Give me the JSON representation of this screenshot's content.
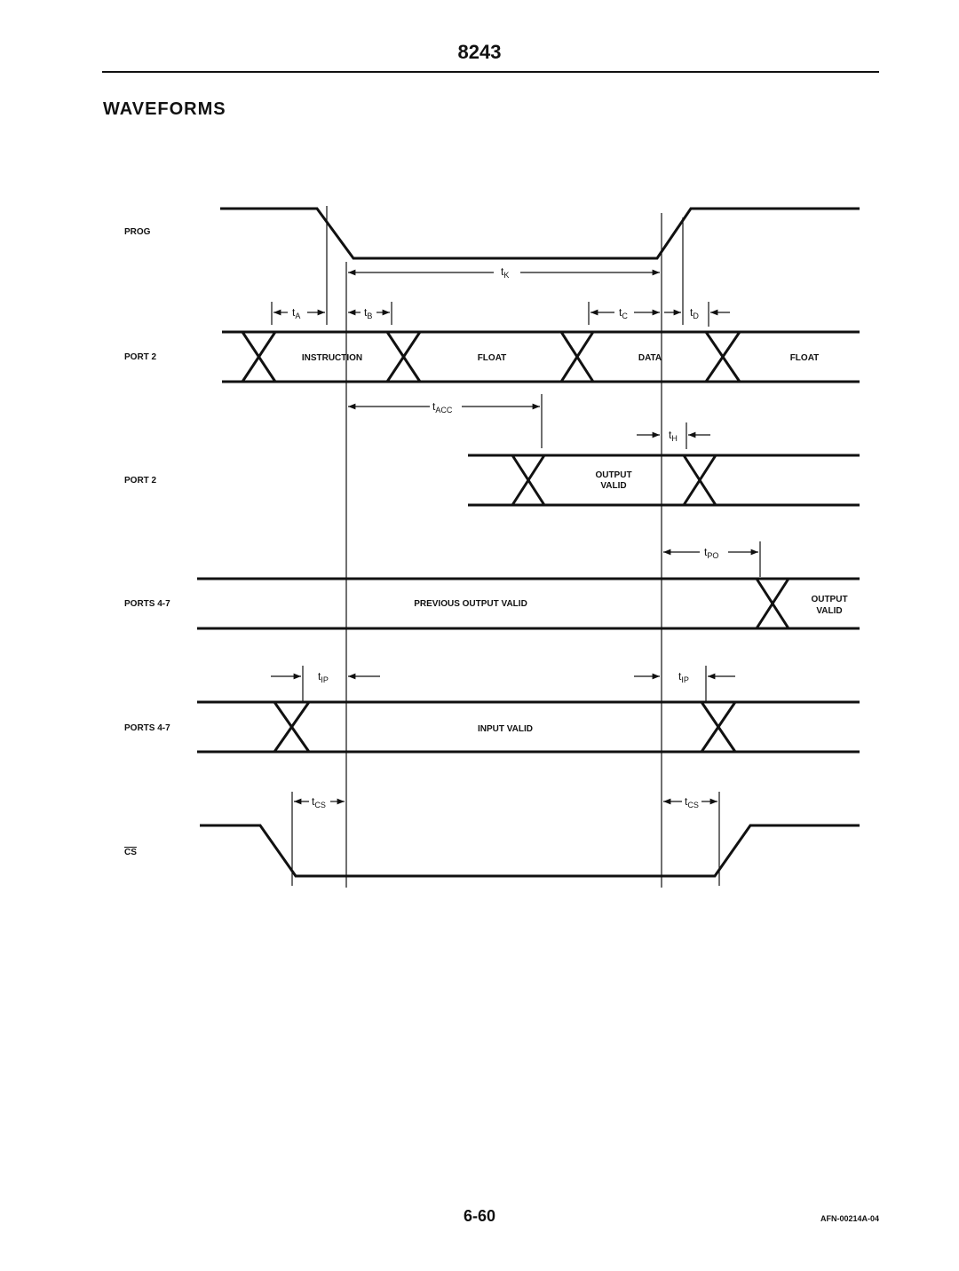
{
  "header": {
    "page_number": "8243"
  },
  "section_title": "WAVEFORMS",
  "signals": {
    "prog": "PROG",
    "port2_a": "PORT 2",
    "port2_b": "PORT 2",
    "ports47_a": "PORTS 4-7",
    "ports47_b": "PORTS 4-7",
    "cs": "CS"
  },
  "segments": {
    "instruction": "INSTRUCTION",
    "float_1": "FLOAT",
    "data": "DATA",
    "float_2": "FLOAT",
    "output_valid_1": "OUTPUT",
    "output_valid_2": "VALID",
    "previous_output_valid": "PREVIOUS OUTPUT VALID",
    "output_valid_b1": "OUTPUT",
    "output_valid_b2": "VALID",
    "input_valid": "INPUT VALID"
  },
  "timing": {
    "tk": {
      "main": "t",
      "sub": "K"
    },
    "ta": {
      "main": "t",
      "sub": "A"
    },
    "tb": {
      "main": "t",
      "sub": "B"
    },
    "tc": {
      "main": "t",
      "sub": "C"
    },
    "td": {
      "main": "t",
      "sub": "D"
    },
    "tacc": {
      "main": "t",
      "sub": "ACC"
    },
    "th": {
      "main": "t",
      "sub": "H"
    },
    "tpo": {
      "main": "t",
      "sub": "PO"
    },
    "tip1": {
      "main": "t",
      "sub": "IP"
    },
    "tip2": {
      "main": "t",
      "sub": "IP"
    },
    "tcs1": {
      "main": "t",
      "sub": "CS"
    },
    "tcs2": {
      "main": "t",
      "sub": "CS"
    }
  },
  "footer": {
    "page": "6-60",
    "code": "AFN-00214A-04"
  }
}
